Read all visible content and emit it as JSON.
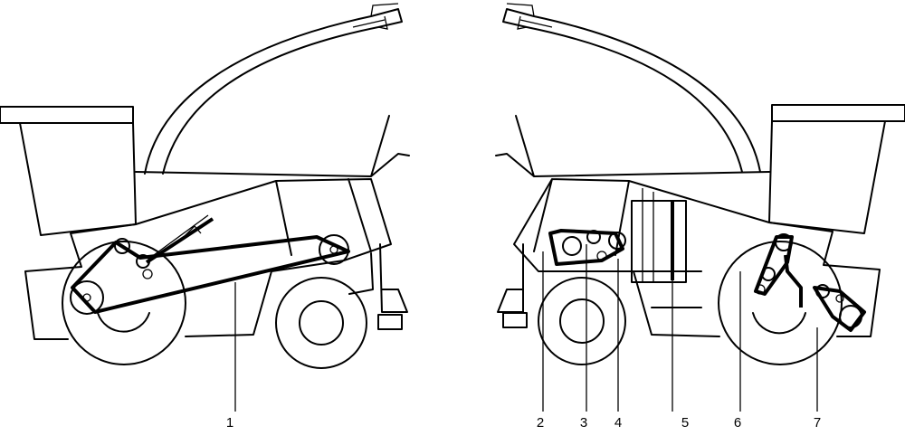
{
  "diagram": {
    "labels": [
      "1",
      "2",
      "3",
      "4",
      "5",
      "6",
      "7"
    ],
    "colors": {
      "stroke": "#000000",
      "background": "#ffffff"
    }
  }
}
